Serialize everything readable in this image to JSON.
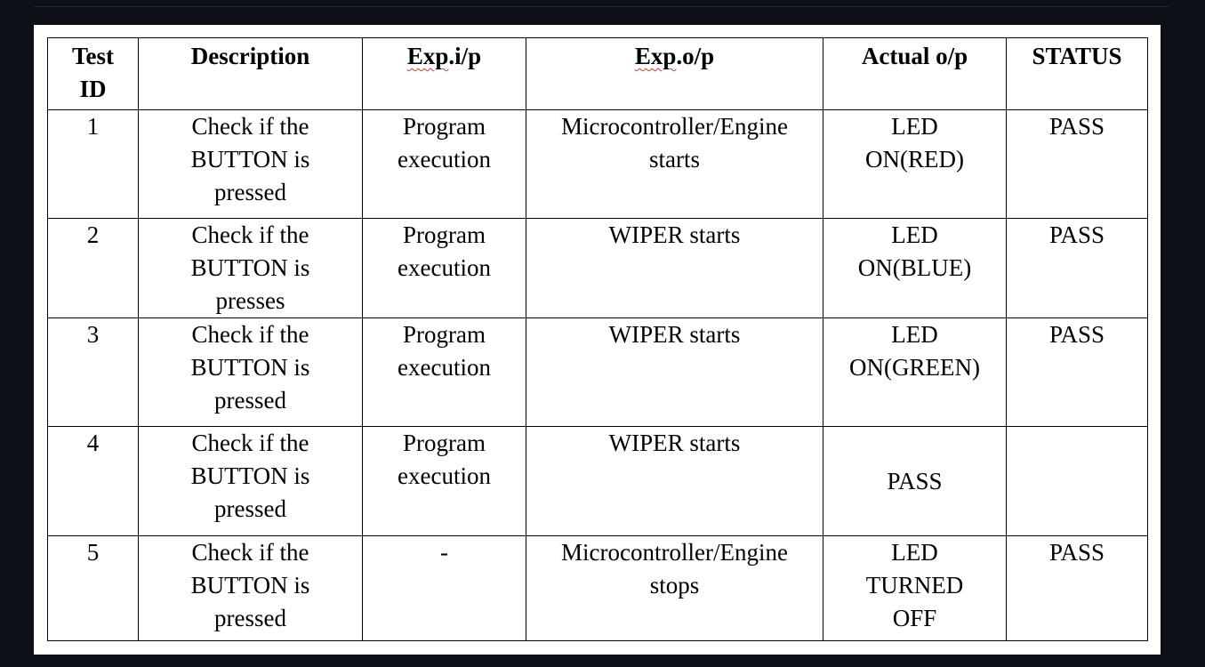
{
  "table": {
    "headers": {
      "test_id": "Test\nID",
      "description": "Description",
      "exp_ip_word": "Exp",
      "exp_ip_rest": ".i/p",
      "exp_op_word": "Exp",
      "exp_op_rest": ".o/p",
      "actual_op": "Actual o/p",
      "status": "STATUS"
    },
    "rows": [
      {
        "id": "1",
        "description": "Check if the\nBUTTON is\npressed",
        "exp_input": "Program\nexecution",
        "exp_output": "Microcontroller/Engine\nstarts",
        "actual_output": "LED\nON(RED)",
        "status": "PASS"
      },
      {
        "id": "2",
        "description": "Check if the\nBUTTON is\npresses",
        "exp_input": "Program\nexecution",
        "exp_output": "WIPER starts",
        "actual_output": "LED\nON(BLUE)",
        "status": "PASS"
      },
      {
        "id": "3",
        "description": "Check if the\nBUTTON is\npressed",
        "exp_input": "Program\nexecution",
        "exp_output": "WIPER starts",
        "actual_output": "LED\nON(GREEN)",
        "status": "PASS"
      },
      {
        "id": "4",
        "description": "Check if the\nBUTTON is\npressed",
        "exp_input": "Program\nexecution",
        "exp_output": "WIPER starts",
        "actual_output": "PASS",
        "status": ""
      },
      {
        "id": "5",
        "description": "Check if the\nBUTTON is\npressed",
        "exp_input": "-",
        "exp_output": "Microcontroller/Engine\nstops",
        "actual_output": "LED\nTURNED\nOFF",
        "status": "PASS"
      }
    ]
  }
}
